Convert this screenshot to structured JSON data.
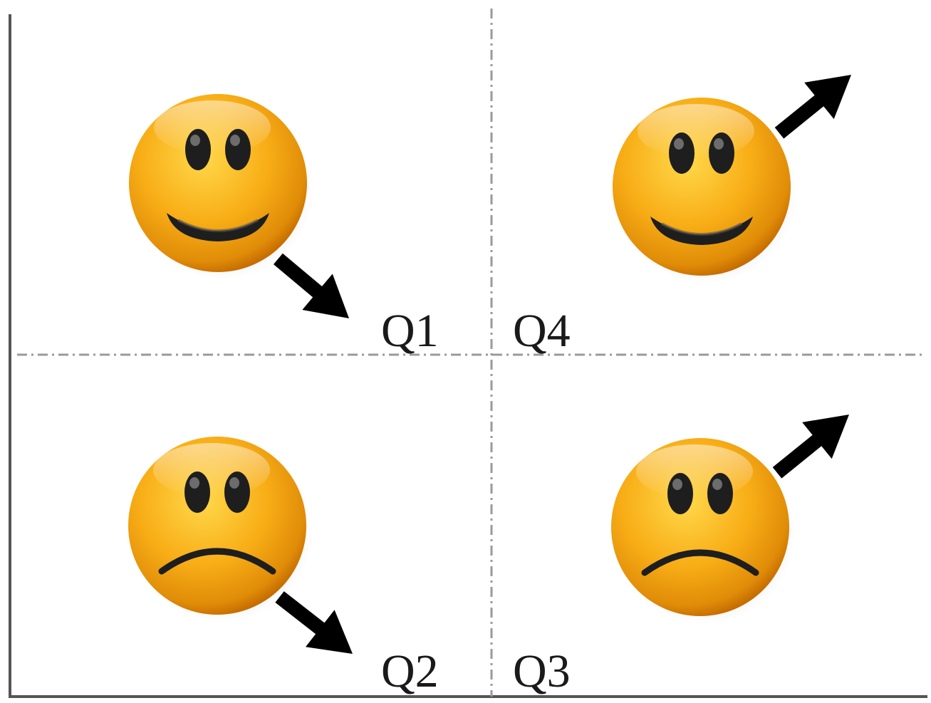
{
  "quadrants": [
    {
      "id": "q1",
      "label": "Q1",
      "mood": "happy",
      "arrow": "down-right"
    },
    {
      "id": "q4",
      "label": "Q4",
      "mood": "happy",
      "arrow": "up-right"
    },
    {
      "id": "q2",
      "label": "Q2",
      "mood": "sad",
      "arrow": "down-right"
    },
    {
      "id": "q3",
      "label": "Q3",
      "mood": "sad",
      "arrow": "up-right"
    }
  ],
  "colors": {
    "face_light": "#ffd84a",
    "face_mid": "#f8ad16",
    "face_dark": "#c46a00",
    "feature": "#1e1e1e",
    "arrow": "#000000",
    "axis": "#555555",
    "divider": "#9a9a9a"
  }
}
